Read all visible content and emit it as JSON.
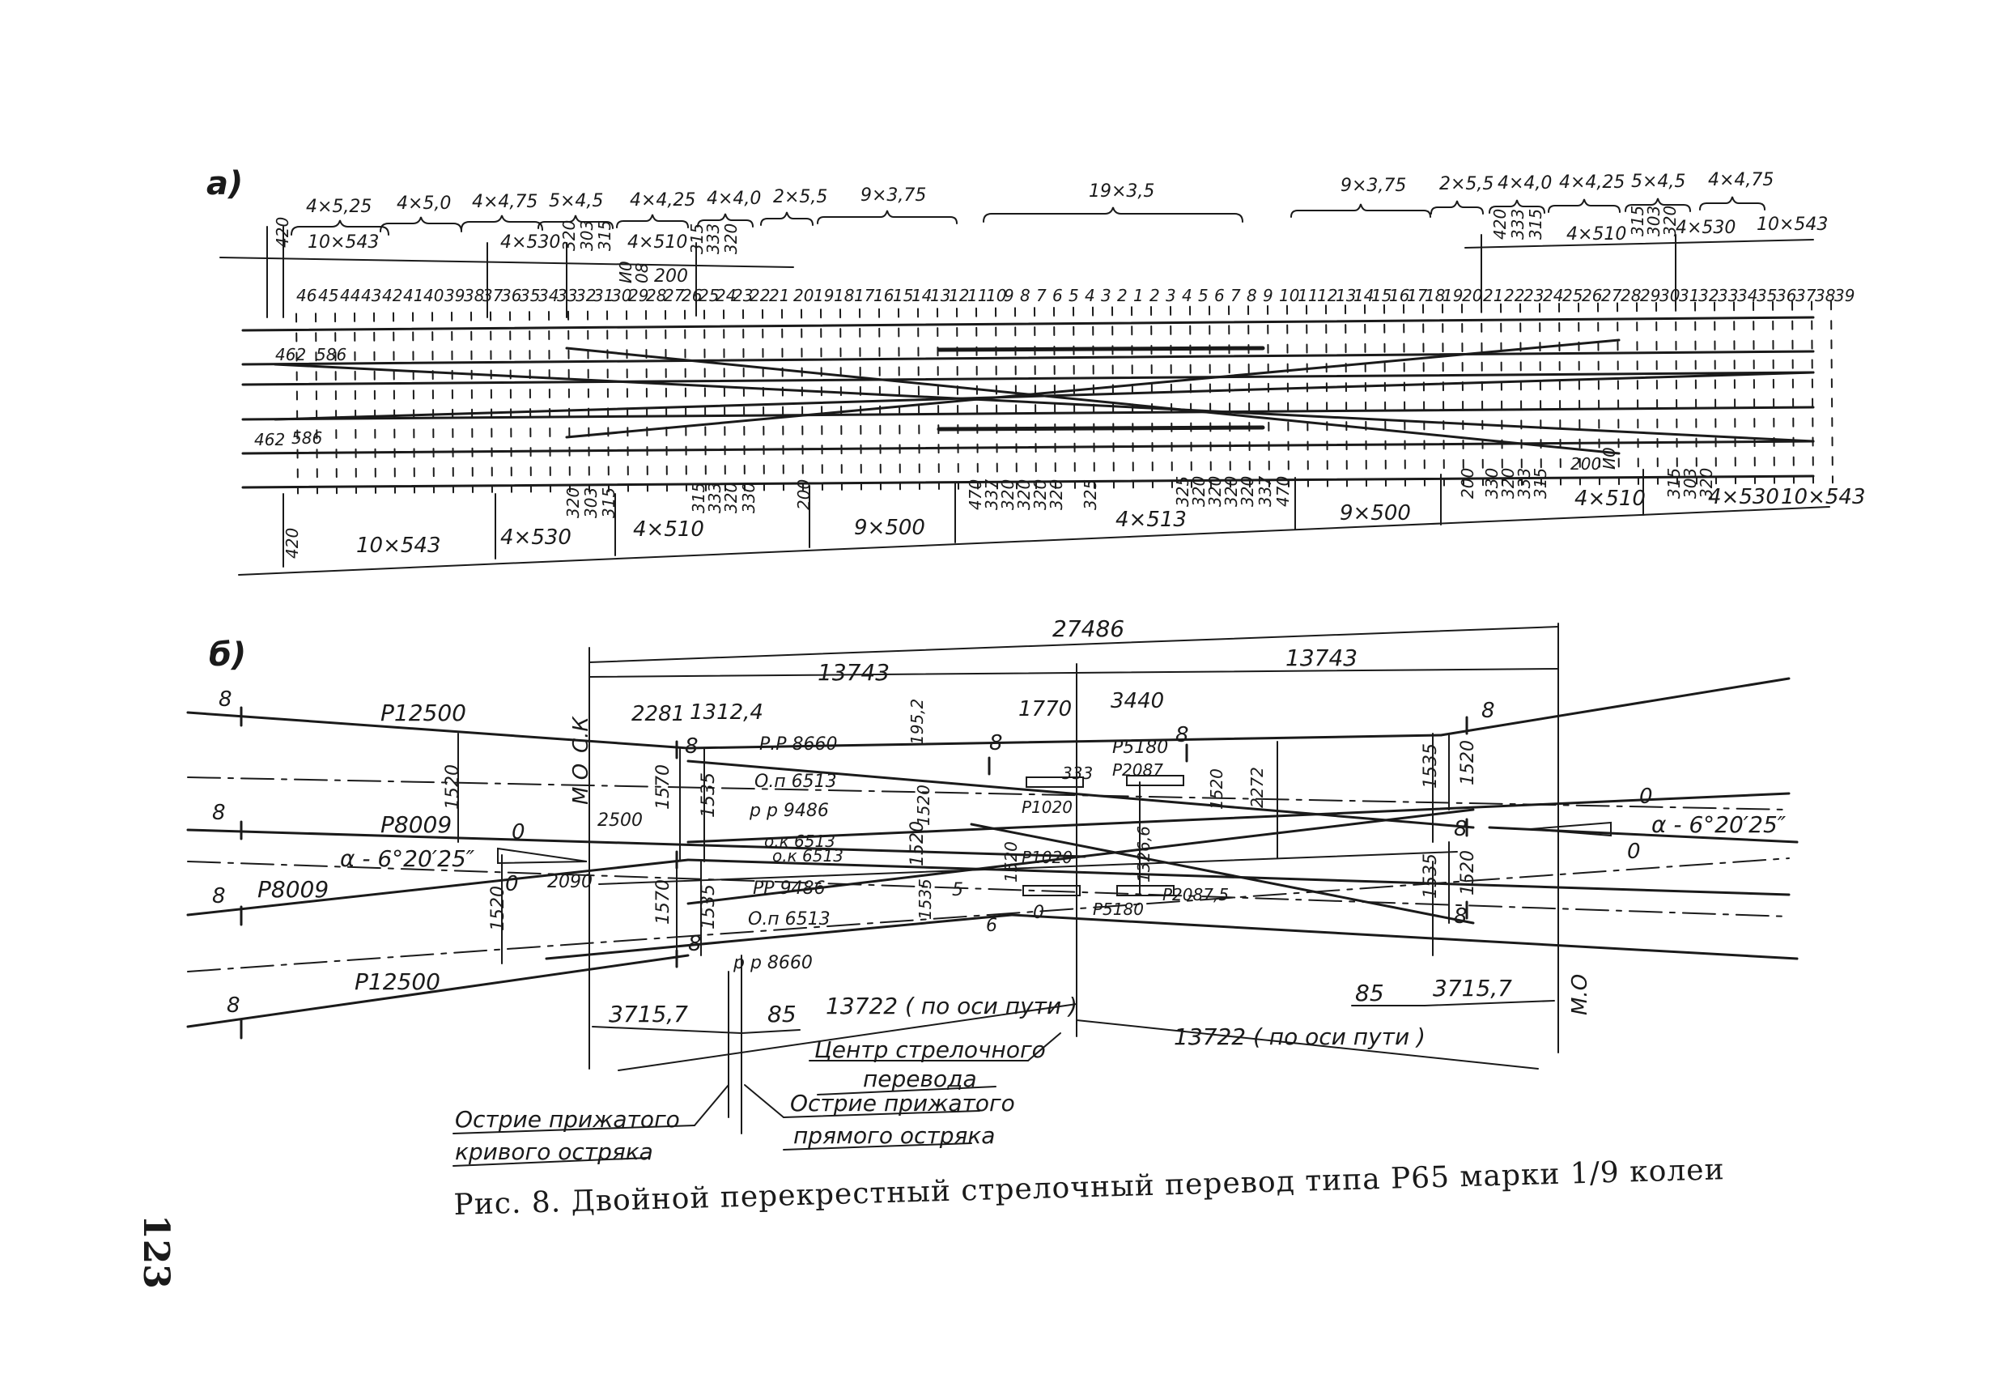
{
  "figure": {
    "caption": "Рис. 8. Двойной перекрестный стрелочный перевод типа Р65 марки 1/9 колеи",
    "page_number": "123",
    "panel_a_label": "а)",
    "panel_b_label": "б)"
  },
  "panel_a": {
    "top_spacing_labels": [
      "4×5,25",
      "4×5,0",
      "4×4,75",
      "5×4,5",
      "4×4,25",
      "4×4,0",
      "2×5,5",
      "9×3,75",
      "19×3,5",
      "9×3,75",
      "2×5,5",
      "4×4,0",
      "4×4,25",
      "5×4,5",
      "4×4,75"
    ],
    "top_group_dims": [
      "420",
      "10×543",
      "4×530",
      "320",
      "303",
      "315",
      "4×510",
      "И0",
      "08",
      "200",
      "315",
      "333",
      "320",
      "420",
      "333",
      "315",
      "4×510",
      "315",
      "303",
      "320",
      "4×530",
      "10×543"
    ],
    "tie_numbers_left": [
      "46",
      "45",
      "44",
      "43",
      "42",
      "41",
      "40",
      "39",
      "38",
      "37",
      "36",
      "35",
      "34",
      "33",
      "32",
      "31",
      "30",
      "29",
      "28",
      "27",
      "26",
      "25",
      "24",
      "23",
      "22",
      "21",
      "20",
      "19",
      "18",
      "17",
      "16",
      "15",
      "14",
      "13",
      "12",
      "11",
      "10",
      "9",
      "8",
      "7",
      "6",
      "5",
      "4",
      "3",
      "2",
      "1"
    ],
    "tie_numbers_right": [
      "2",
      "3",
      "4",
      "5",
      "6",
      "7",
      "8",
      "9",
      "10",
      "11",
      "12",
      "13",
      "14",
      "15",
      "16",
      "17",
      "18",
      "19",
      "20",
      "21",
      "22",
      "23",
      "24",
      "25",
      "26",
      "27",
      "28",
      "29",
      "30",
      "31",
      "32",
      "33",
      "34",
      "35",
      "36",
      "37",
      "38",
      "39"
    ],
    "left_side_dims": [
      "462",
      "586",
      "462",
      "586"
    ],
    "bottom_dims": [
      "420",
      "10×543",
      "4×530",
      "320",
      "303",
      "315",
      "4×510",
      "315",
      "333",
      "320",
      "330",
      "200",
      "9×500",
      "470",
      "337",
      "320",
      "320",
      "320",
      "320",
      "325",
      "4×513",
      "325",
      "320",
      "320",
      "320",
      "320",
      "337",
      "470",
      "9×500",
      "200",
      "330",
      "320",
      "333",
      "315",
      "200",
      "И0",
      "4×510",
      "315",
      "303",
      "320",
      "4×530",
      "10×543"
    ]
  },
  "panel_b": {
    "overall_length": "27486",
    "half_lengths": [
      "13743",
      "13743"
    ],
    "dims_top": [
      "2281",
      "1312,4",
      "1770",
      "3440",
      "195,2"
    ],
    "gauge": "1520",
    "vertical_dims": [
      "1520",
      "1570",
      "1535",
      "1520",
      "1570",
      "1535",
      "1520",
      "1535",
      "1520",
      "1535",
      "1520",
      "1520",
      "1520",
      "1520",
      "2272",
      "1326,6",
      "1535"
    ],
    "joint_label": "8",
    "rail_labels": [
      "Р12500",
      "Р8009",
      "Р8009",
      "Р12500"
    ],
    "internal_labels": [
      "Р.Р 8660",
      "О.п 6513",
      "р р 9486",
      "о.к 6513",
      "о.к 6513",
      "РР 9486",
      "О.п 6513",
      "р р 8660",
      "Р5180",
      "Р2087",
      "Р1020",
      "Р1020",
      "Р5180",
      "Р2087,5",
      "333",
      "5",
      "6",
      "2500",
      "2090",
      "0"
    ],
    "angle_label": "α - 6°20′25″",
    "angle_label_right": "α - 6°20′25″",
    "zero_marks": [
      "0",
      "0",
      "0",
      "0"
    ],
    "ck_label": "С.К",
    "mo_label": "М О",
    "dims_bottom": [
      "3715,7",
      "85",
      "13722 ( по оси пути )",
      "85",
      "3715,7",
      "13722 ( по оси пути )"
    ],
    "mo_right": "М.О",
    "callouts": {
      "center": [
        "Центр стрелочного",
        "перевода"
      ],
      "curved_point": [
        "Острие прижатого",
        "кривого остряка"
      ],
      "straight_point": [
        "Острие прижатого",
        "прямого остряка"
      ]
    }
  }
}
